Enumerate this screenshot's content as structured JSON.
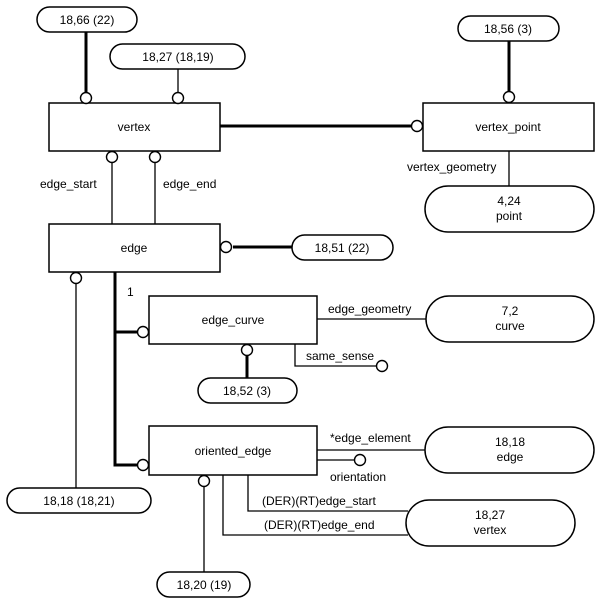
{
  "diagram": {
    "type": "EXPRESS-G schema diagram",
    "entities": {
      "vertex": "vertex",
      "vertex_point": "vertex_point",
      "edge": "edge",
      "edge_curve": "edge_curve",
      "oriented_edge": "oriented_edge"
    },
    "references": {
      "r_18_66": "18,66 (22)",
      "r_18_27": "18,27 (18,19)",
      "r_18_56": "18,56 (3)",
      "r_18_51": "18,51 (22)",
      "r_18_52": "18,52 (3)",
      "r_18_18": "18,18 (18,21)",
      "r_18_20": "18,20 (19)"
    },
    "types": {
      "point": {
        "line1": "4,24",
        "line2": "point"
      },
      "curve": {
        "line1": "7,2",
        "line2": "curve"
      },
      "edge_ref": {
        "line1": "18,18",
        "line2": "edge"
      },
      "vertex_ref": {
        "line1": "18,27",
        "line2": "vertex"
      }
    },
    "labels": {
      "edge_start": "edge_start",
      "edge_end": "edge_end",
      "vertex_geometry": "vertex_geometry",
      "edge_geometry": "edge_geometry",
      "same_sense": "same_sense",
      "edge_element": "*edge_element",
      "orientation": "orientation",
      "der_edge_start": "(DER)(RT)edge_start",
      "der_edge_end": "(DER)(RT)edge_end",
      "one": "1"
    }
  }
}
